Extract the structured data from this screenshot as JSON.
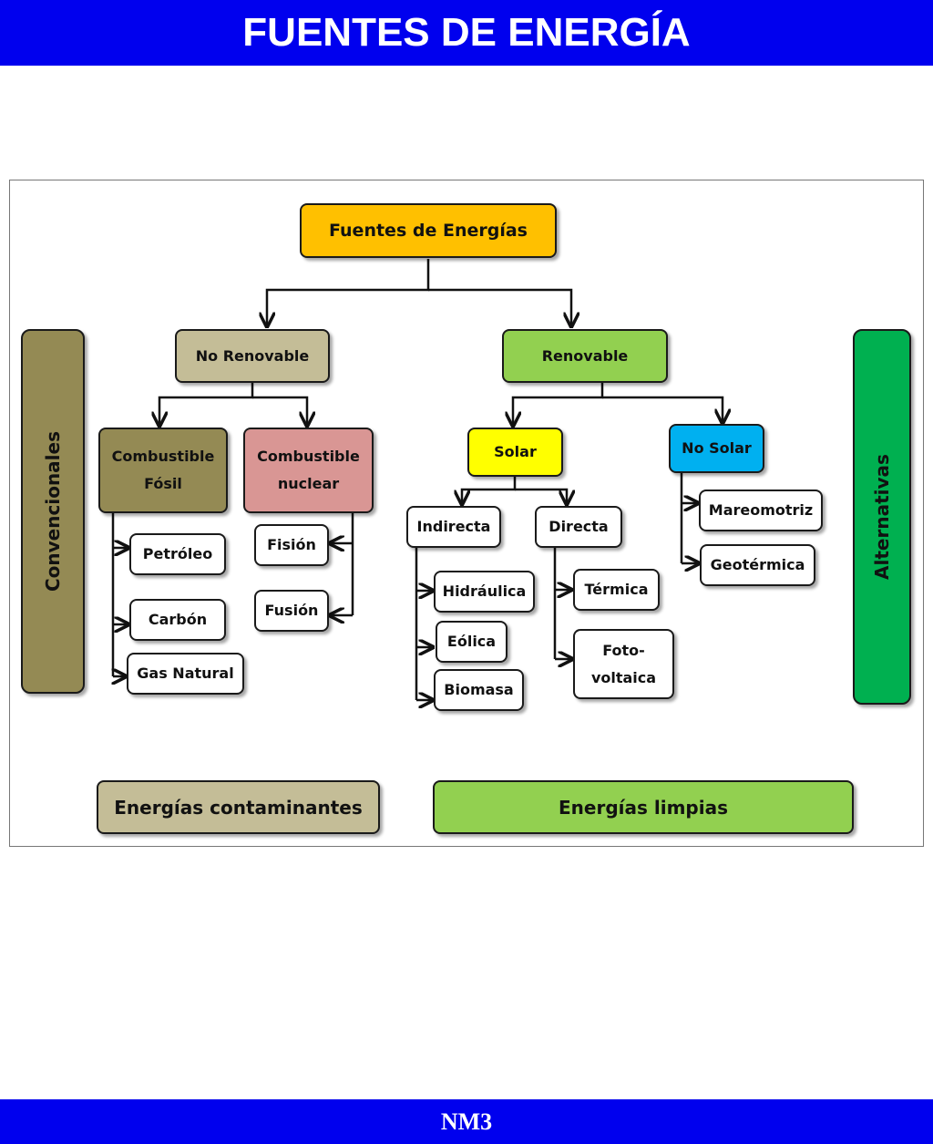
{
  "header": {
    "title": "FUENTES DE ENERGÍA"
  },
  "footer": {
    "text": "NM3"
  },
  "colors": {
    "bar_blue": "#0000ee",
    "root_orange": "#ffc000",
    "no_renovable_tan": "#c4bd97",
    "renovable_green": "#92d050",
    "fosil_olive": "#948a54",
    "nuclear_pink": "#d99694",
    "solar_yellow": "#ffff00",
    "no_solar_blue": "#00b0f0",
    "alternativas_green": "#00b050"
  },
  "diagram": {
    "root": "Fuentes de Energías",
    "no_renovable": "No Renovable",
    "renovable": "Renovable",
    "combustible_fosil": [
      "Combustible",
      "Fósil"
    ],
    "combustible_nuclear": [
      "Combustible",
      "nuclear"
    ],
    "petroleo": "Petróleo",
    "carbon": "Carbón",
    "gas_natural": "Gas Natural",
    "fision": "Fisión",
    "fusion": "Fusión",
    "solar": "Solar",
    "no_solar": "No Solar",
    "indirecta": "Indirecta",
    "directa": "Directa",
    "hidraulica": "Hidráulica",
    "eolica": "Eólica",
    "biomasa": "Biomasa",
    "termica": "Térmica",
    "fotovoltaica": [
      "Foto-",
      "voltaica"
    ],
    "mareomotriz": "Mareomotriz",
    "geotermica": "Geotérmica",
    "convencionales": "Convencionales",
    "alternativas": "Alternativas",
    "energias_contaminantes": "Energías contaminantes",
    "energias_limpias": "Energías limpias"
  }
}
